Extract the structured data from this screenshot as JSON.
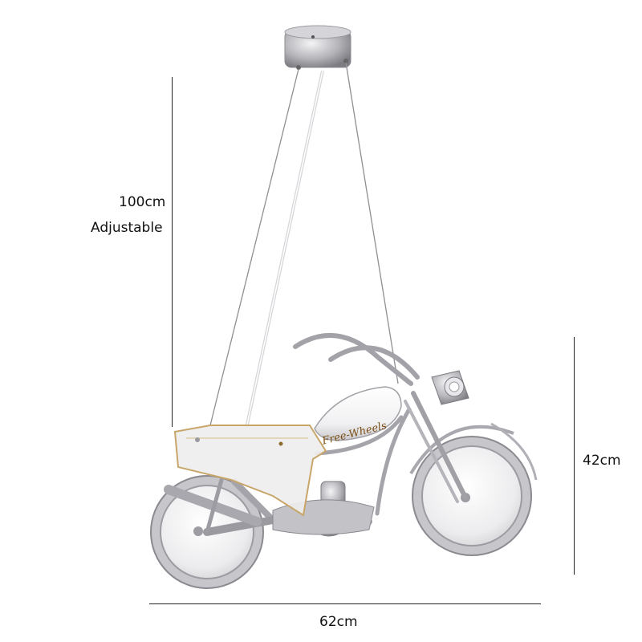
{
  "dimensions": {
    "height": "100cm",
    "height_note": "Adjustable",
    "body_height": "42cm",
    "width": "62cm"
  },
  "decal_text": "Free-Wheels",
  "colors": {
    "chrome": "#b9b9bd",
    "chrome_dark": "#7d7d82",
    "frosted": "#eeeeee",
    "seat_edge": "#c8a66a"
  }
}
